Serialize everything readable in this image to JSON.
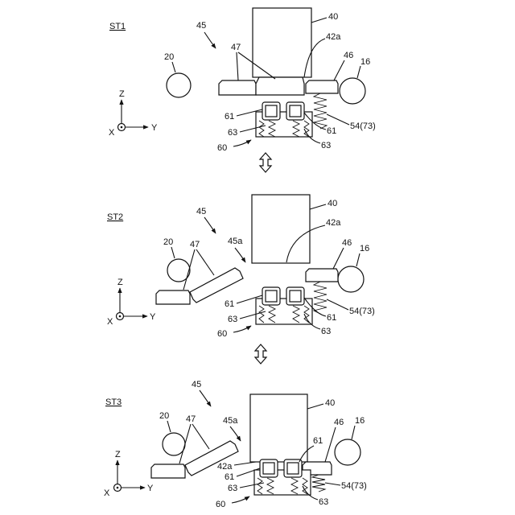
{
  "stages": [
    {
      "title": "ST1",
      "labels": {
        "l45": "45",
        "l40": "40",
        "l42a": "42a",
        "l20": "20",
        "l47": "47",
        "l46": "46",
        "l16": "16",
        "l61a": "61",
        "l61b": "61",
        "l63a": "63",
        "l63b": "63",
        "l60": "60",
        "l54": "54(73)"
      }
    },
    {
      "title": "ST2",
      "labels": {
        "l45": "45",
        "l40": "40",
        "l42a": "42a",
        "l45a": "45a",
        "l20": "20",
        "l47": "47",
        "l46": "46",
        "l16": "16",
        "l61a": "61",
        "l61b": "61",
        "l63a": "63",
        "l63b": "63",
        "l60": "60",
        "l54": "54(73)"
      }
    },
    {
      "title": "ST3",
      "labels": {
        "l45": "45",
        "l40": "40",
        "l45a": "45a",
        "l20": "20",
        "l47": "47",
        "l46": "46",
        "l16": "16",
        "l61c": "61",
        "l42a": "42a",
        "l61a": "61",
        "l63a": "63",
        "l63b": "63",
        "l60": "60",
        "l54": "54(73)"
      }
    }
  ],
  "axes": {
    "z": "Z",
    "x": "X",
    "y": "Y"
  },
  "transition_icon": "double-headed-vertical-arrow-icon"
}
